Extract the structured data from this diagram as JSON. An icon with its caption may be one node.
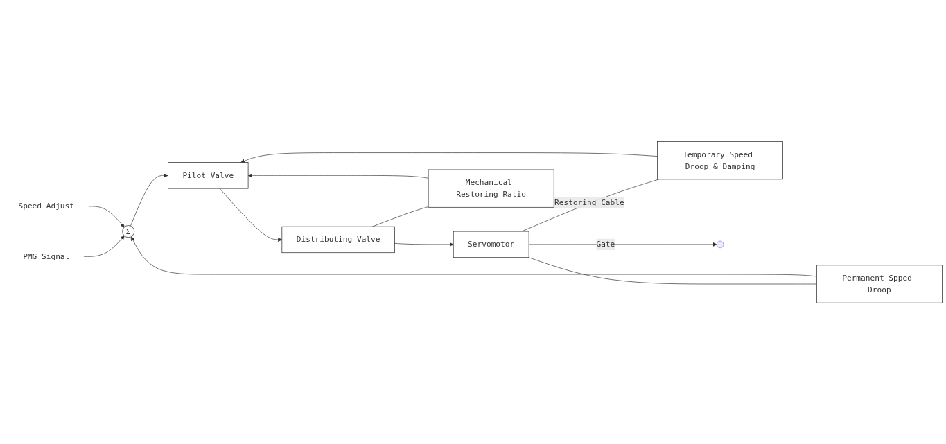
{
  "diagram": {
    "nodes": [
      {
        "text": [
          "PMG Signal"
        ]
      },
      {
        "text": [
          "Speed Adjust"
        ]
      },
      {
        "text": [
          "Σ"
        ]
      },
      {
        "text": [
          "Pilot Valve"
        ]
      },
      {
        "text": [
          "Distributing Valve"
        ]
      },
      {
        "text": [
          "Servomotor"
        ]
      },
      {
        "text": [
          "Mechanical Restoring Ratio"
        ]
      },
      {
        "text": [
          "Temporary Speed Droop & Damping"
        ]
      },
      {
        "text": [
          "Permanent Spped Droop"
        ]
      }
    ],
    "edges": [
      {
        "from": 0,
        "to": 2,
        "arrow": "to"
      },
      {
        "from": 1,
        "to": 2,
        "arrow": "to"
      },
      {
        "from": 2,
        "to": 3,
        "arrow": "to"
      },
      {
        "from": 3,
        "to": 4,
        "arrow": "to"
      },
      {
        "from": 4,
        "to": 5,
        "arrow": "to"
      },
      {
        "from": 4,
        "to": 6,
        "arrow": "none"
      },
      {
        "from": 6,
        "to": 3,
        "arrow": "to"
      },
      {
        "from": 5,
        "to": null,
        "arrow": "to",
        "label": "Gate"
      },
      {
        "from": 5,
        "to": 7,
        "arrow": "none",
        "label": "Restoring Cable"
      },
      {
        "from": 5,
        "to": 8,
        "arrow": "none"
      },
      {
        "from": 7,
        "to": 3,
        "arrow": "to"
      },
      {
        "from": 8,
        "to": 2,
        "arrow": "to"
      }
    ]
  }
}
